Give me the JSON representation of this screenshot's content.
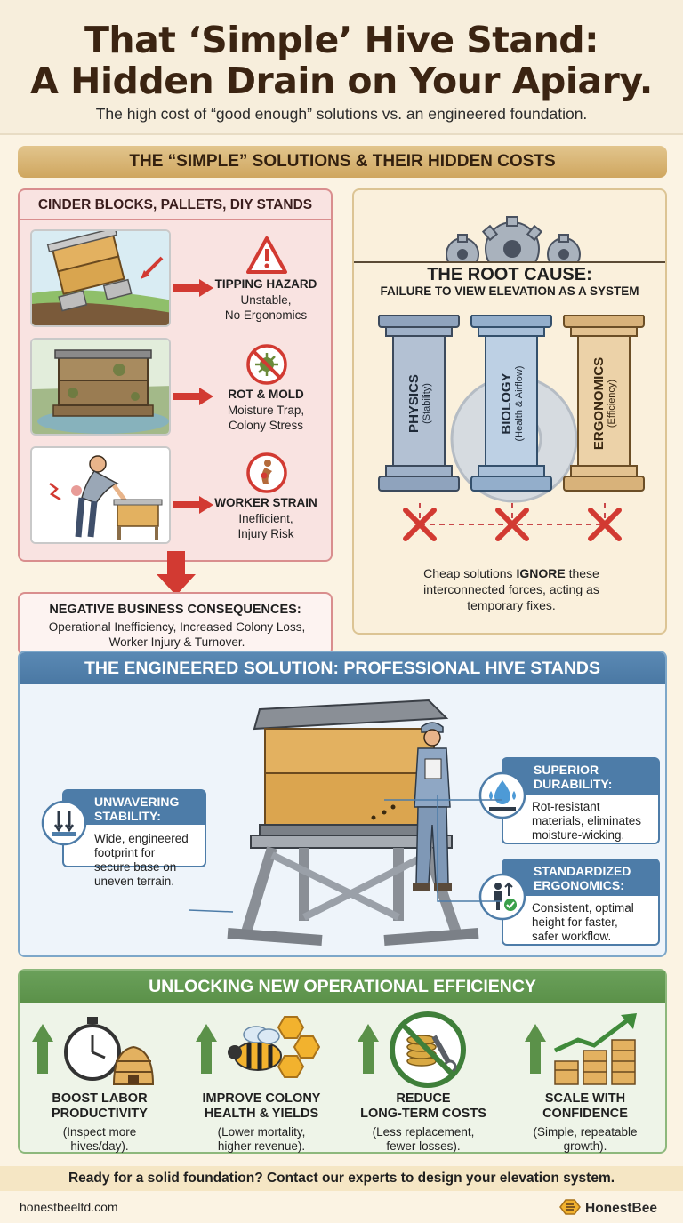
{
  "header": {
    "title_line1": "That ‘Simple’ Hive Stand:",
    "title_line2": "A Hidden Drain on Your Apiary.",
    "subtitle": "The high cost of “good enough” solutions vs. an engineered foundation."
  },
  "section1": {
    "banner": "THE “SIMPLE” SOLUTIONS & THEIR HIDDEN COSTS",
    "left_title": "CINDER BLOCKS, PALLETS, DIY STANDS",
    "problems": [
      {
        "title": "TIPPING HAZARD",
        "line1": "Unstable,",
        "line2": "No Ergonomics",
        "icon": "warning-triangle-icon"
      },
      {
        "title": "ROT & MOLD",
        "line1": "Moisture Trap,",
        "line2": "Colony Stress",
        "icon": "no-mold-icon"
      },
      {
        "title": "WORKER STRAIN",
        "line1": "Inefficient,",
        "line2": "Injury Risk",
        "icon": "back-pain-icon"
      }
    ],
    "consequence_title": "NEGATIVE BUSINESS CONSEQUENCES:",
    "consequence_line1": "Operational Inefficiency, Increased Colony Loss,",
    "consequence_line2": "Worker Injury & Turnover."
  },
  "root_cause": {
    "title": "THE ROOT CAUSE:",
    "subtitle": "FAILURE TO VIEW ELEVATION AS A SYSTEM",
    "pillars": [
      {
        "label": "PHYSICS",
        "sub": "(Stability)",
        "color": "#8fa3bd"
      },
      {
        "label": "BIOLOGY",
        "sub": "(Health & Airflow)",
        "color": "#93aecb"
      },
      {
        "label": "ERGONOMICS",
        "sub": "(Efficiency)",
        "color": "#d8b27a"
      }
    ],
    "note_pre": "Cheap solutions ",
    "note_strong": "IGNORE",
    "note_post": " these",
    "note_line2": "interconnected forces, acting as",
    "note_line3": "temporary fixes."
  },
  "engineered": {
    "banner": "THE ENGINEERED SOLUTION: PROFESSIONAL HIVE STANDS",
    "callouts": [
      {
        "head1": "UNWAVERING",
        "head2": "STABILITY:",
        "body": [
          "Wide, engineered",
          "footprint for",
          "secure base on",
          "uneven terrain."
        ],
        "icon": "stability-icon"
      },
      {
        "head1": "SUPERIOR",
        "head2": "DURABILITY:",
        "body": [
          "Rot-resistant",
          "materials, eliminates",
          "moisture-wicking."
        ],
        "icon": "water-drop-icon"
      },
      {
        "head1": "STANDARDIZED",
        "head2": "ERGONOMICS:",
        "body": [
          "Consistent, optimal",
          "height for faster,",
          "safer workflow."
        ],
        "icon": "ergonomic-height-icon"
      }
    ]
  },
  "efficiency": {
    "banner": "UNLOCKING NEW OPERATIONAL EFFICIENCY",
    "items": [
      {
        "title1": "BOOST LABOR",
        "title2": "PRODUCTIVITY",
        "text1": "(Inspect more",
        "text2": "hives/day).",
        "icon": "stopwatch-hive-icon"
      },
      {
        "title1": "IMPROVE COLONY",
        "title2": "HEALTH & YIELDS",
        "text1": "(Lower mortality,",
        "text2": "higher revenue).",
        "icon": "bee-honeycomb-icon"
      },
      {
        "title1": "REDUCE",
        "title2": "LONG-TERM COSTS",
        "text1": "(Less replacement,",
        "text2": "fewer losses).",
        "icon": "no-repair-cost-icon"
      },
      {
        "title1": "SCALE WITH",
        "title2": "CONFIDENCE",
        "text1": "(Simple, repeatable",
        "text2": "growth).",
        "icon": "growth-chart-icon"
      }
    ]
  },
  "cta": "Ready for a solid foundation? Contact our experts to design your elevation system.",
  "footer": {
    "url": "honestbeeltd.com",
    "brand": "HonestBee"
  },
  "colors": {
    "brown": "#3b2412",
    "gold": "#d4aa63",
    "red": "#d23a32",
    "blue": "#4d7ca8",
    "green": "#5b9149"
  }
}
